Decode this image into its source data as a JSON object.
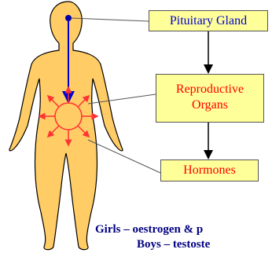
{
  "boxes": {
    "pituitary": "Pituitary Gland",
    "organs_line1": "Reproductive",
    "organs_line2": "Organs",
    "hormones": "Hormones"
  },
  "captions": {
    "girls": "Girls – oestrogen & p",
    "boys": "Boys – testoste"
  },
  "colors": {
    "body_fill": "#ffcc66",
    "body_outline": "#000000",
    "arrow_blue": "#0000cc",
    "radial_red": "#ff3333",
    "box_fill": "#ffff99",
    "box_text_blue": "#0000cc",
    "box_text_red": "#ff0000",
    "caption_text": "#000080"
  }
}
